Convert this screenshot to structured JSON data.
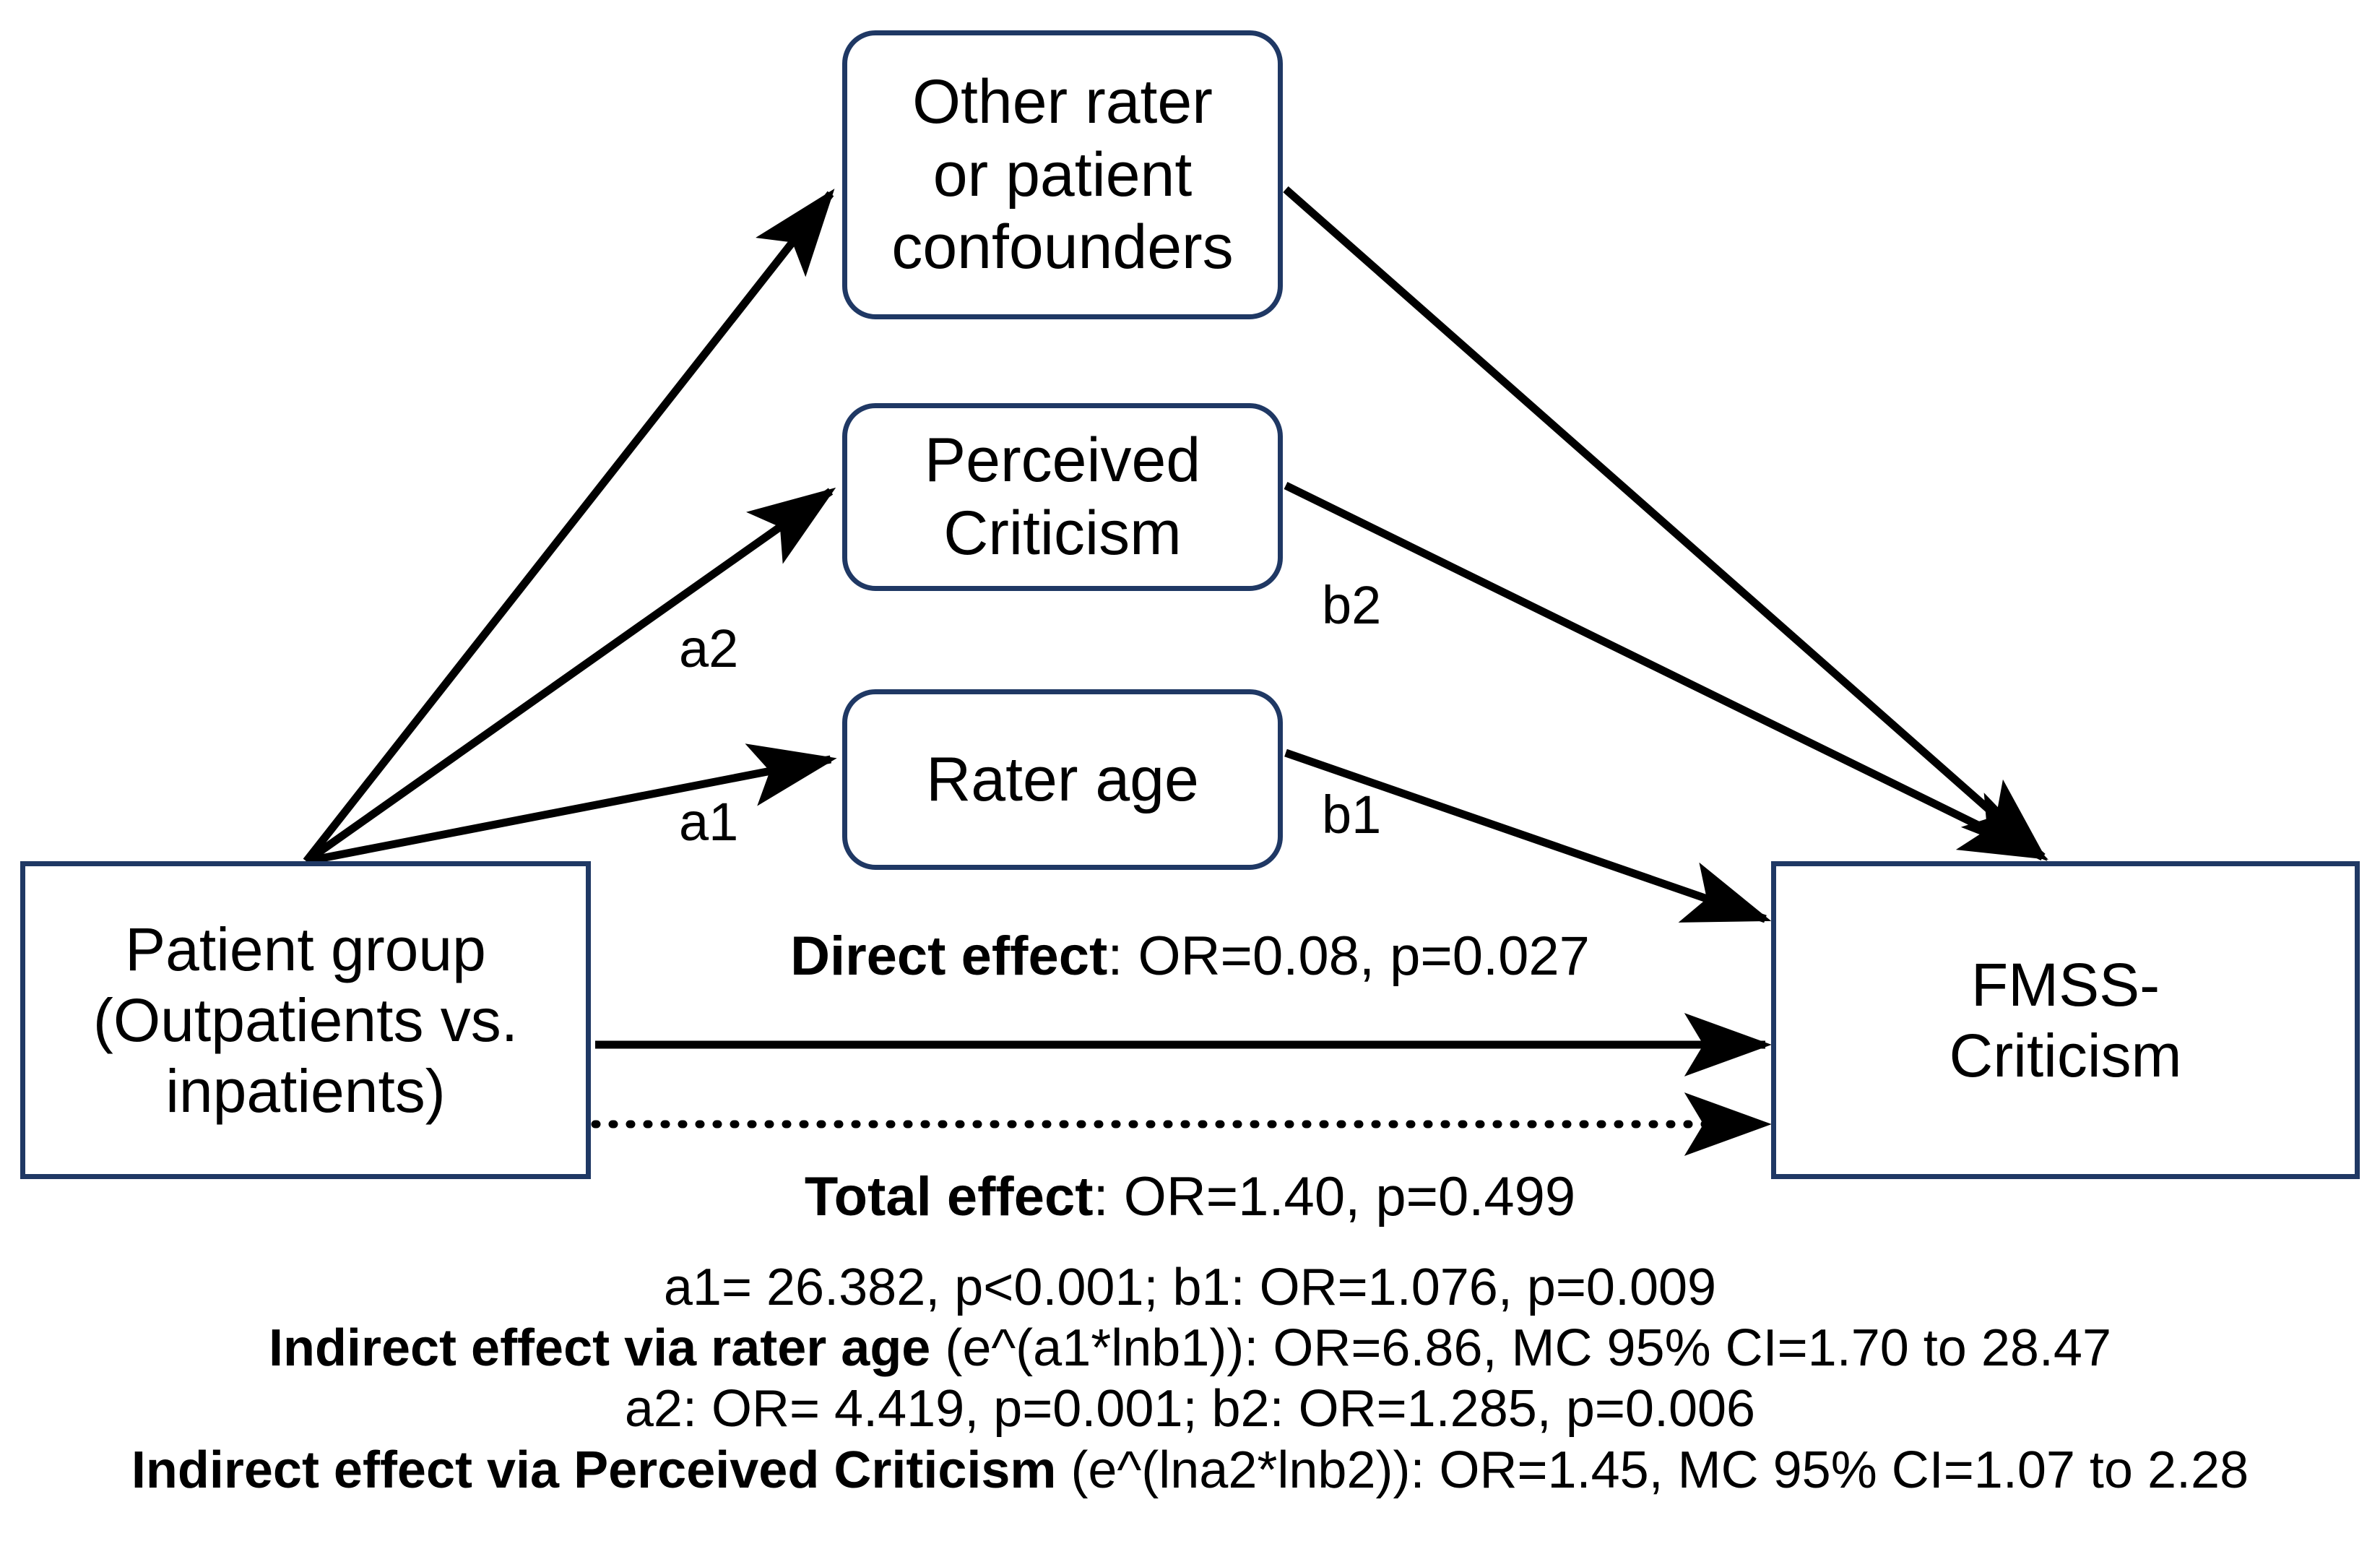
{
  "diagram": {
    "type": "mediation-path-diagram",
    "nodes": {
      "confounders": {
        "label": "Other rater\nor patient\nconfounders"
      },
      "perceived": {
        "label": "Perceived\nCriticism"
      },
      "rater_age": {
        "label": "Rater age"
      },
      "patient_group": {
        "label": "Patient group\n(Outpatients vs.\ninpatients)"
      },
      "fmss": {
        "label": "FMSS-\nCriticism"
      }
    },
    "path_labels": {
      "a1": "a1",
      "a2": "a2",
      "b1": "b1",
      "b2": "b2"
    },
    "effects": {
      "direct_bold": "Direct effect",
      "direct_value": ": OR=0.08, p=0.027",
      "total_bold": "Total effect",
      "total_value": ": OR=1.40, p=0.499"
    },
    "stats": [
      {
        "bold": "",
        "text": "a1= 26.382, p<0.001; b1: OR=1.076, p=0.009"
      },
      {
        "bold": "Indirect effect via rater age",
        "text": " (e^(a1*lnb1)): OR=6.86, MC 95% CI=1.70 to 28.47"
      },
      {
        "bold": "",
        "text": "a2: OR= 4.419, p=0.001; b2: OR=1.285, p=0.006"
      },
      {
        "bold": "Indirect effect via Perceived Criticism",
        "text": " (e^(lna2*lnb2)): OR=1.45, MC 95% CI=1.07 to 2.28"
      }
    ],
    "colors": {
      "box_border": "#1f3864",
      "arrow": "#000000",
      "background": "#ffffff",
      "text": "#000000"
    }
  }
}
